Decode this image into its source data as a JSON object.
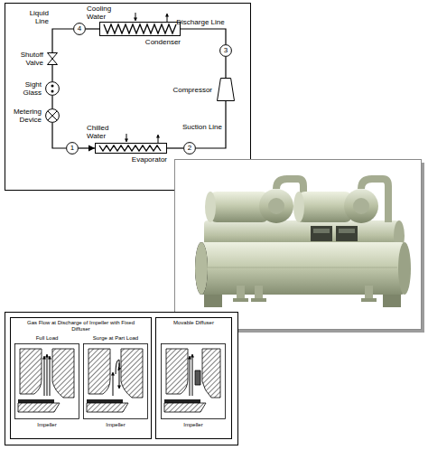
{
  "diagram": {
    "nodes": [
      {
        "text": [
          "4"
        ]
      },
      {
        "text": [
          "Condenser"
        ]
      },
      {
        "text": [
          "3"
        ]
      },
      {
        "text": [
          "Shutoff Valve"
        ]
      },
      {
        "text": [
          "Sight Glass"
        ]
      },
      {
        "text": [
          "Compressor"
        ]
      },
      {
        "text": [
          "Metering Device"
        ]
      },
      {
        "text": [
          "2"
        ]
      },
      {
        "text": [
          "Evaporator"
        ]
      },
      {
        "text": [
          "1"
        ]
      },
      {
        "text": [
          "Gas Flow at Discharge of Impeller with Fixed Diffuser"
        ]
      },
      {
        "text": [
          "Movable Diffuser"
        ]
      }
    ],
    "edges": [
      {
        "from": 1,
        "to": 0,
        "arrow": "none"
      },
      {
        "from": 0,
        "to": 3,
        "arrow": "none"
      },
      {
        "from": 3,
        "to": 4,
        "arrow": "none"
      },
      {
        "from": 4,
        "to": 6,
        "arrow": "none"
      },
      {
        "from": 6,
        "to": 9,
        "arrow": "none"
      },
      {
        "from": 9,
        "to": 8,
        "arrow": "to"
      },
      {
        "from": 8,
        "to": 7,
        "arrow": "none"
      },
      {
        "from": 7,
        "to": 5,
        "arrow": "none"
      },
      {
        "from": 5,
        "to": 2,
        "arrow": "none"
      },
      {
        "from": 2,
        "to": 1,
        "arrow": "none"
      }
    ],
    "labels": [
      "Cooling Water",
      "Discharge Line",
      "Liquid Line",
      "Suction Line",
      "Chilled Water",
      "Full Load",
      "Surge at Part Load",
      "Impeller",
      "Impeller",
      "Impeller"
    ]
  }
}
